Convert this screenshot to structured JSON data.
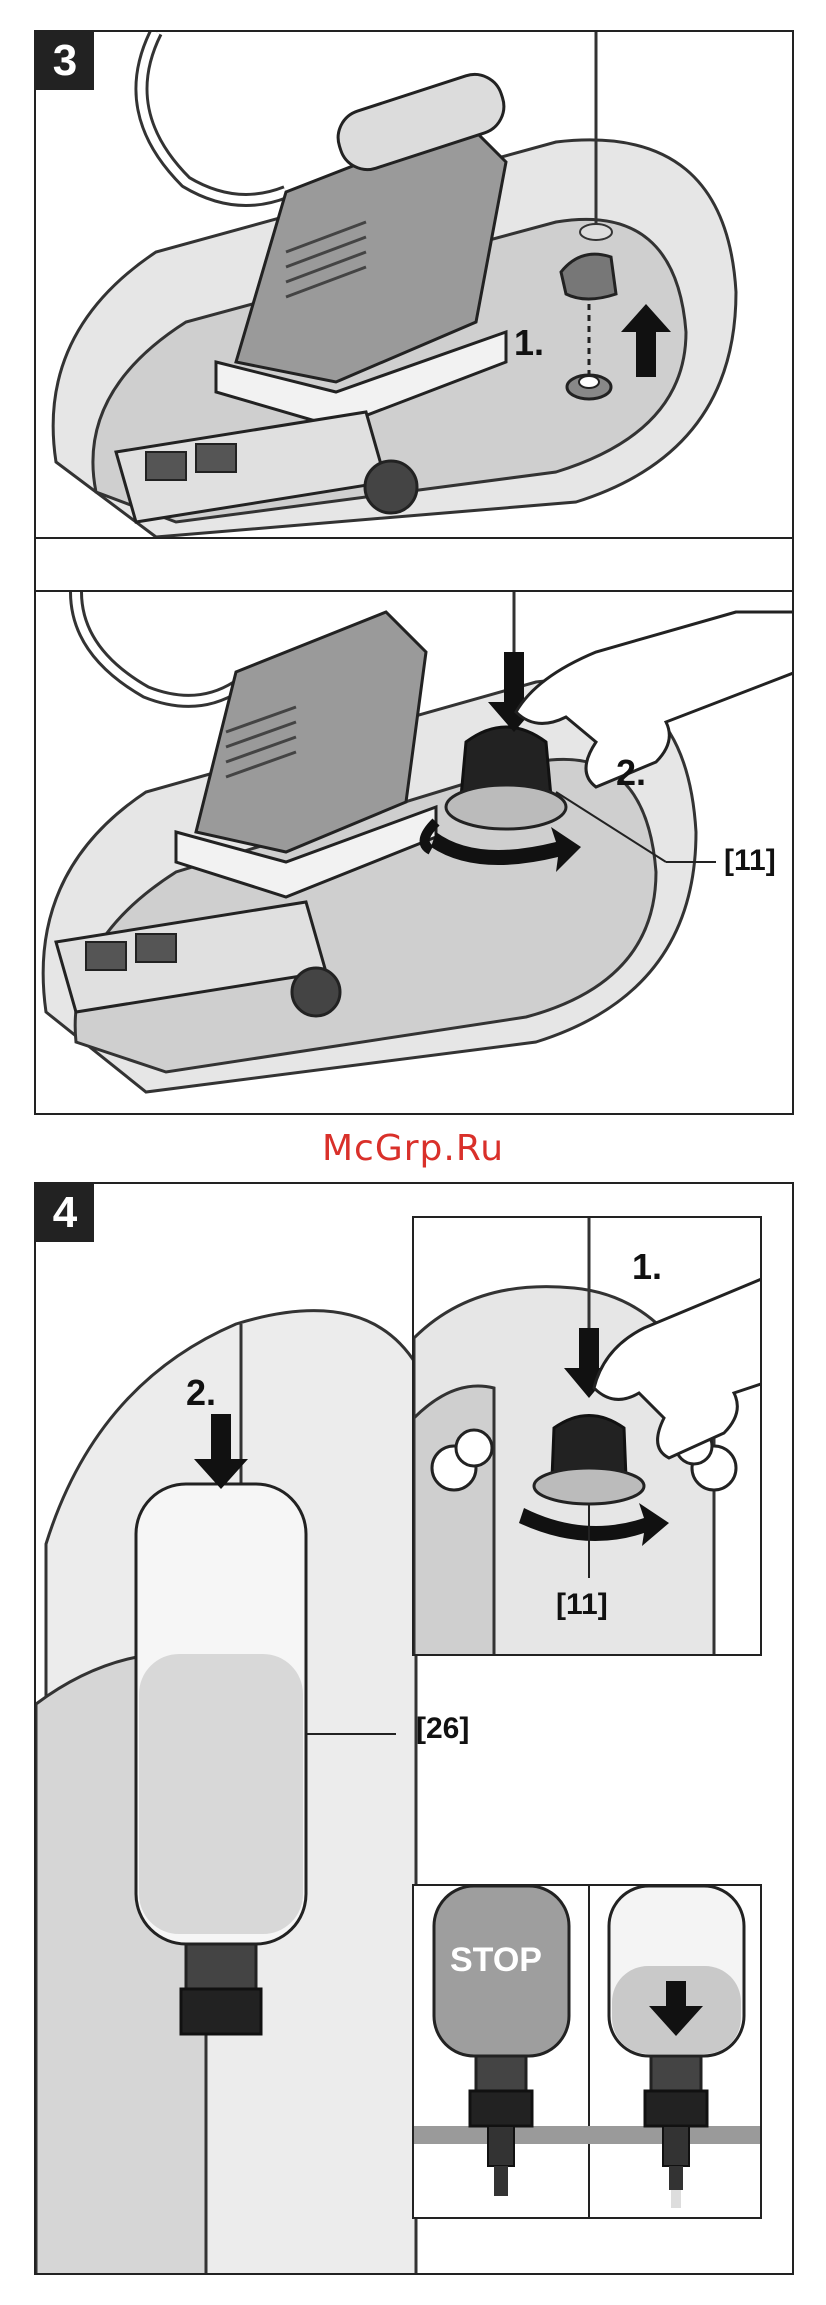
{
  "watermark": "McGrp.Ru",
  "step3": {
    "number": "3",
    "top": {
      "callout": "1."
    },
    "bottom": {
      "callout": "2.",
      "part": "[11]"
    }
  },
  "step4": {
    "number": "4",
    "detail": {
      "callout": "1.",
      "part": "[11]"
    },
    "main": {
      "callout": "2.",
      "part": "[26]"
    },
    "status": {
      "stop": "STOP"
    }
  }
}
